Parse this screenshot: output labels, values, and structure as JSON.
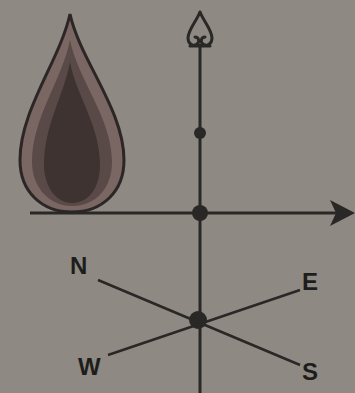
{
  "diagram": {
    "labels": [
      "N",
      "E",
      "W",
      "S"
    ]
  }
}
